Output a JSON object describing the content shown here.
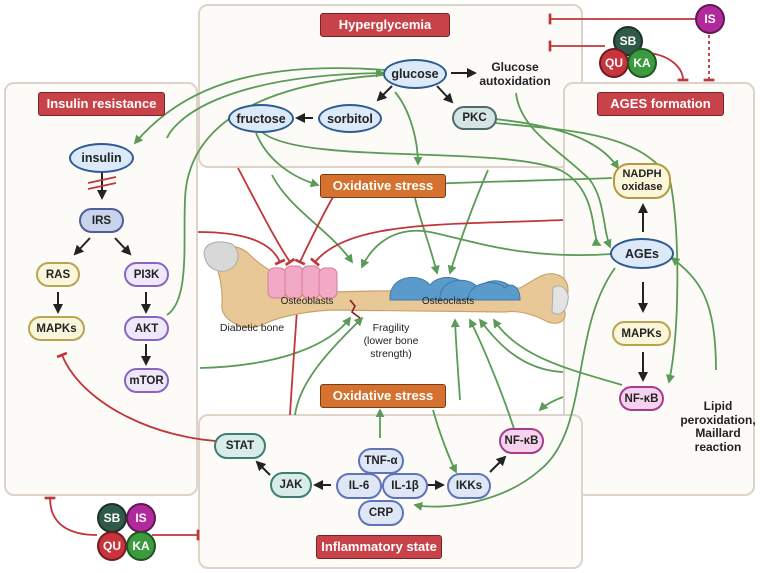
{
  "panels": {
    "hyperglycemia": {
      "title": "Hyperglycemia"
    },
    "insulin_resistance": {
      "title": "Insulin resistance"
    },
    "ages_formation": {
      "title": "AGES formation"
    },
    "inflammatory_state": {
      "title": "Inflammatory state"
    }
  },
  "oxidative_stress": {
    "top": "Oxidative stress",
    "bottom": "Oxidative stress"
  },
  "hyperglycemia_nodes": {
    "glucose": "glucose",
    "glucose_autoxidation": "Glucose\nautoxidation",
    "fructose": "fructose",
    "sorbitol": "sorbitol",
    "pkc": "PKC"
  },
  "insulin_nodes": {
    "insulin": "insulin",
    "irs": "IRS",
    "ras": "RAS",
    "pi3k": "PI3K",
    "mapks": "MAPKs",
    "akt": "AKT",
    "mtor": "mTOR"
  },
  "ages_nodes": {
    "nadph": "NADPH\noxidase",
    "ages": "AGEs",
    "mapks": "MAPKs",
    "nfkb": "NF-κB",
    "lipid": "Lipid\nperoxidation,\nMaillard\nreaction"
  },
  "inflammatory_nodes": {
    "stat": "STAT",
    "jak": "JAK",
    "tnf": "TNF-α",
    "il6": "IL-6",
    "il1b": "IL-1β",
    "crp": "CRP",
    "ikks": "IKKs",
    "nfkb": "NF-κB"
  },
  "bone": {
    "label": "Diabetic bone",
    "osteoblasts": "Osteoblasts",
    "osteoclasts": "Osteoclasts",
    "fragility": "Fragility\n(lower bone\nstrength)"
  },
  "compounds": {
    "top_is": "IS",
    "top_sb": "SB",
    "top_qu": "QU",
    "top_ka": "KA",
    "bottom_sb": "SB",
    "bottom_is": "IS",
    "bottom_qu": "QU",
    "bottom_ka": "KA"
  },
  "colors": {
    "activation": "#5b9a57",
    "inhibition": "#c0363a",
    "arrow": "#222222",
    "header_red": "#c8424a",
    "header_orange": "#d5722f"
  }
}
